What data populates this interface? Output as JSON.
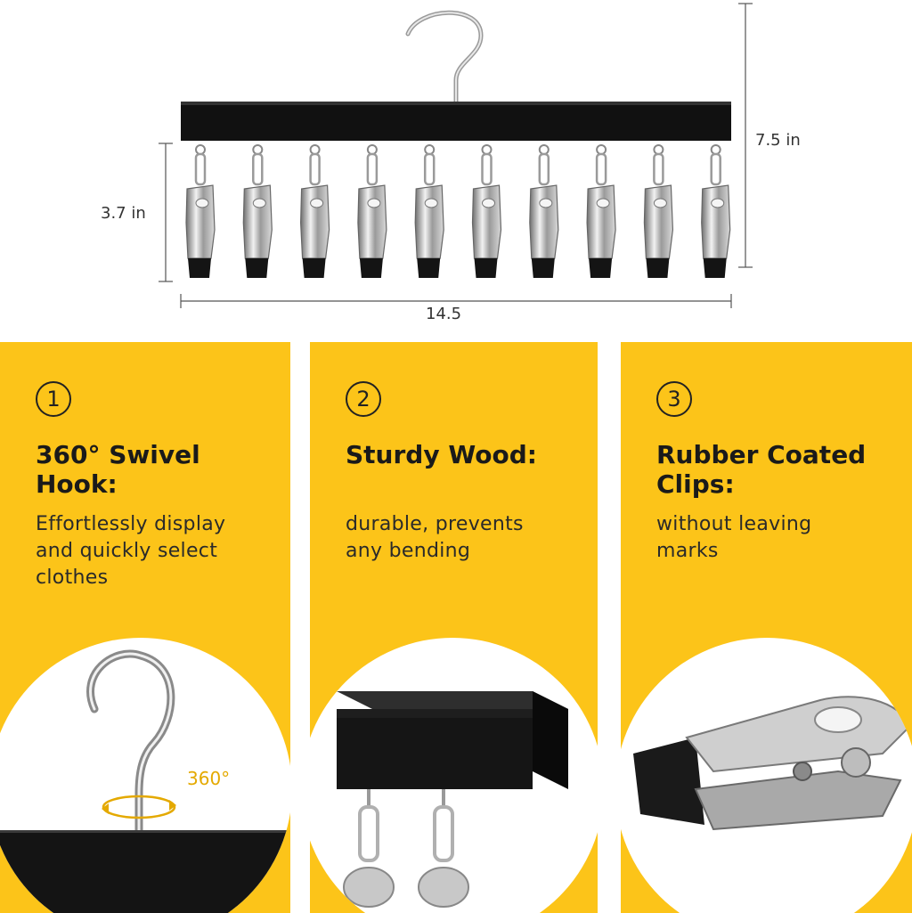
{
  "dimensions": {
    "height_total": "7.5 in",
    "height_clips": "3.7 in",
    "width": "14.5"
  },
  "features": [
    {
      "number": "1",
      "title_line1": "360° Swivel",
      "title_line2": "Hook:",
      "desc_lines": [
        "Effortlessly display",
        "and quickly select",
        "clothes"
      ]
    },
    {
      "number": "2",
      "title_line1": "Sturdy Wood:",
      "title_line2": "",
      "desc_lines": [
        "durable, prevents",
        "any bending"
      ]
    },
    {
      "number": "3",
      "title_line1": "Rubber Coated",
      "title_line2": "Clips:",
      "desc_lines": [
        "without leaving",
        "marks"
      ]
    }
  ],
  "rotation_label": "360°",
  "colors": {
    "panel": "#fcc419",
    "bar": "#111111",
    "accent": "#e4a900"
  }
}
